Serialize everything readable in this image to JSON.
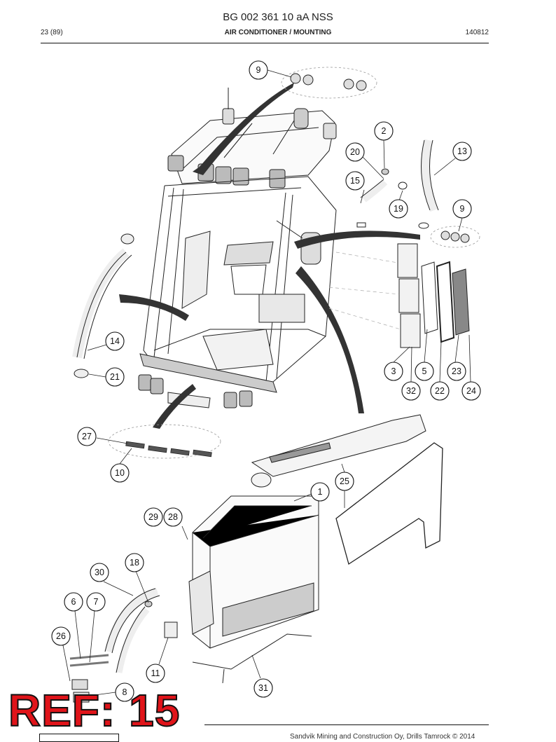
{
  "header": {
    "doc_code": "BG 002 361 10 aA NSS",
    "page": "23 (89)",
    "section": "AIR CONDITIONER / MOUNTING",
    "date_code": "140812"
  },
  "callouts": [
    {
      "id": "c9a",
      "label": "9"
    },
    {
      "id": "c2",
      "label": "2"
    },
    {
      "id": "c20",
      "label": "20"
    },
    {
      "id": "c13",
      "label": "13"
    },
    {
      "id": "c15",
      "label": "15"
    },
    {
      "id": "c19",
      "label": "19"
    },
    {
      "id": "c9b",
      "label": "9"
    },
    {
      "id": "c14",
      "label": "14"
    },
    {
      "id": "c21",
      "label": "21"
    },
    {
      "id": "c3",
      "label": "3"
    },
    {
      "id": "c5",
      "label": "5"
    },
    {
      "id": "c23",
      "label": "23"
    },
    {
      "id": "c32",
      "label": "32"
    },
    {
      "id": "c22",
      "label": "22"
    },
    {
      "id": "c24",
      "label": "24"
    },
    {
      "id": "c27",
      "label": "27"
    },
    {
      "id": "c10",
      "label": "10"
    },
    {
      "id": "c25",
      "label": "25"
    },
    {
      "id": "c1",
      "label": "1"
    },
    {
      "id": "c29",
      "label": "29"
    },
    {
      "id": "c28",
      "label": "28"
    },
    {
      "id": "c18",
      "label": "18"
    },
    {
      "id": "c30",
      "label": "30"
    },
    {
      "id": "c6",
      "label": "6"
    },
    {
      "id": "c7",
      "label": "7"
    },
    {
      "id": "c26",
      "label": "26"
    },
    {
      "id": "c11",
      "label": "11"
    },
    {
      "id": "c31",
      "label": "31"
    },
    {
      "id": "c8",
      "label": "8"
    }
  ],
  "stamp": {
    "text": "REF: 15",
    "color": "#e0141a"
  },
  "footer": {
    "copyright": "Sandvik Mining and Construction Oy, Drills Tamrock © 2014"
  }
}
